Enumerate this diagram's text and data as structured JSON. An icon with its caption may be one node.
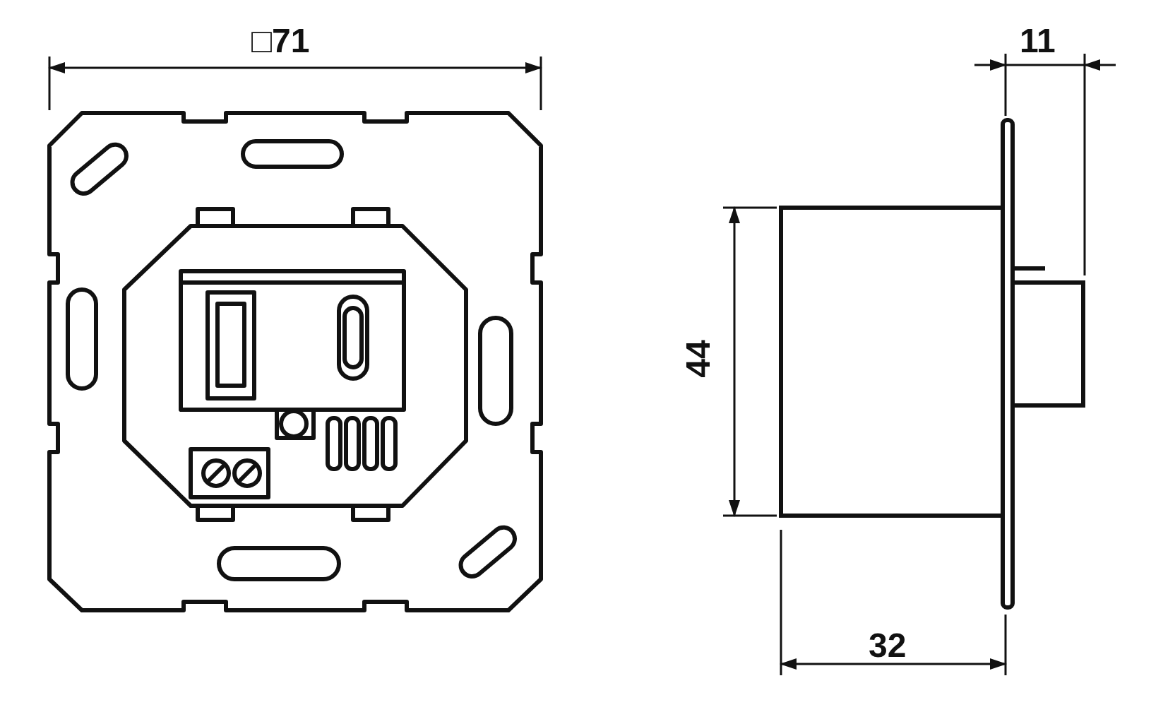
{
  "diagram": {
    "labels": [
      "□71",
      "11",
      "44",
      "32"
    ]
  }
}
